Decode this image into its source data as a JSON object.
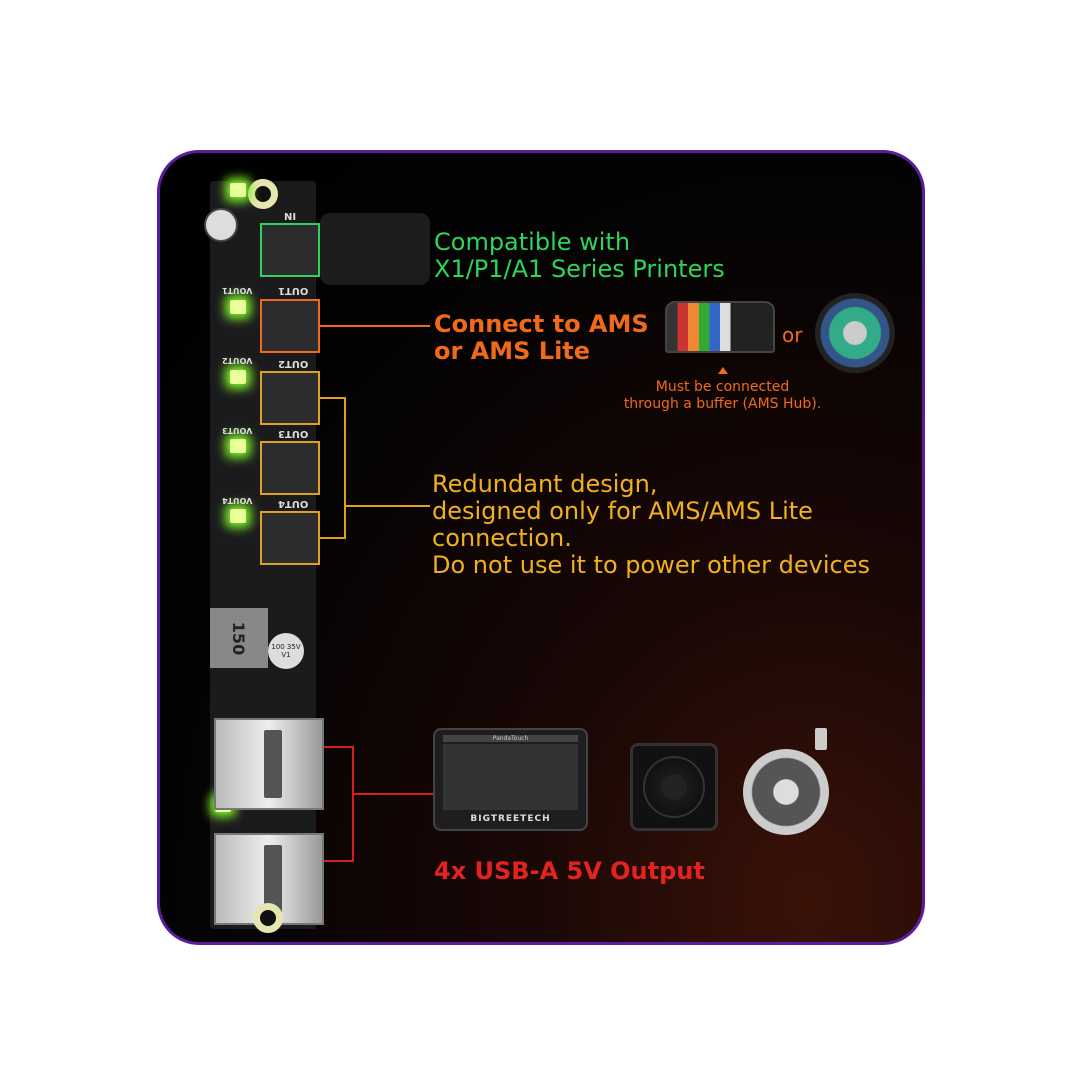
{
  "labels": {
    "compatible_line1": "Compatible with",
    "compatible_line2": "X1/P1/A1 Series Printers",
    "ams_line1": "Connect to AMS",
    "ams_line2": "or AMS Lite",
    "or": "or",
    "buffer_line1": "Must be connected",
    "buffer_line2": "through a buffer (AMS Hub).",
    "redundant_line1": "Redundant design,",
    "redundant_line2": "designed only for AMS/AMS Lite",
    "redundant_line3": "connection.",
    "redundant_line4": "Do not use it to power other devices",
    "usb_output": "4x USB-A 5V Output"
  },
  "board": {
    "in": "IN",
    "outs": [
      "OUT1",
      "OUT2",
      "OUT3",
      "OUT4"
    ],
    "vouts": [
      "VOUT1",
      "VOUT2",
      "VOUT3",
      "VOUT4"
    ],
    "inductor": "150",
    "capacitor": "100 35V V1"
  },
  "devices": {
    "screen_title": "PandaTouch",
    "brand": "BIGTREETECH"
  },
  "colors": {
    "green": "#2fd35a",
    "orange": "#f06a1a",
    "yellow": "#f0b020",
    "red": "#e3231f",
    "border": "#5b1d9e"
  }
}
